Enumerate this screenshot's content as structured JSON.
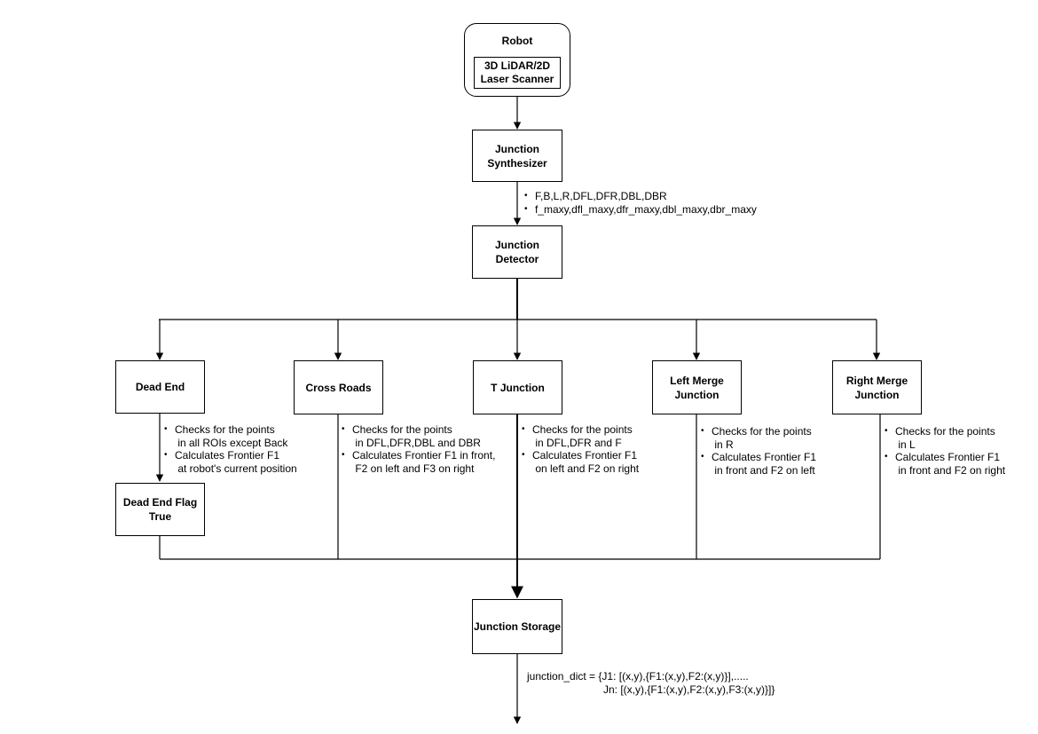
{
  "robot": {
    "title": "Robot",
    "sensor": "3D LiDAR/2D\nLaser Scanner"
  },
  "nodes": {
    "synthesizer": "Junction\nSynthesizer",
    "detector": "Junction\nDetector",
    "dead_end": "Dead End",
    "cross_roads": "Cross Roads",
    "t_junction": "T Junction",
    "left_merge": "Left Merge\nJunction",
    "right_merge": "Right Merge\nJunction",
    "dead_end_flag": "Dead End Flag\nTrue",
    "storage": "Junction Storage"
  },
  "synth_outputs": [
    "F,B,L,R,DFL,DFR,DBL,DBR",
    "f_maxy,dfl_maxy,dfr_maxy,dbl_maxy,dbr_maxy"
  ],
  "notes": {
    "dead_end": [
      "Checks for the points\n in all ROIs except Back",
      "Calculates Frontier F1\n at robot's current position"
    ],
    "cross_roads": [
      "Checks for the points\n in DFL,DFR,DBL and DBR",
      "Calculates Frontier F1 in front,\n F2 on left and F3 on right"
    ],
    "t_junction": [
      "Checks for the points\n in DFL,DFR and F",
      "Calculates Frontier F1\n on left and F2 on right"
    ],
    "left_merge": [
      "Checks for the points\n in R",
      "Calculates Frontier F1\n in front and F2 on left"
    ],
    "right_merge": [
      "Checks for the points\n in L",
      "Calculates Frontier F1\n in front and F2 on right"
    ]
  },
  "junction_dict": {
    "line1": "junction_dict = {J1: [(x,y),{F1:(x,y),F2:(x,y)}],.....",
    "line2": "Jn: [(x,y),{F1:(x,y),F2:(x,y),F3:(x,y)}]}"
  }
}
